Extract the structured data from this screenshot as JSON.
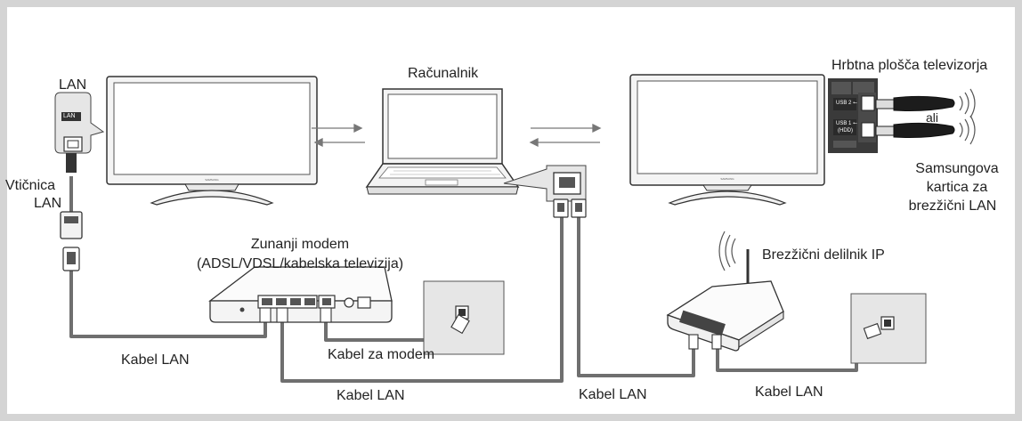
{
  "labels": {
    "lan": "LAN",
    "lan_tag": "LAN",
    "vticnica": "Vtičnica",
    "vticnica_lan": "LAN",
    "racunalnik": "Računalnik",
    "hrbtna": "Hrbtna plošča televizorja",
    "ali": "ali",
    "samsung_line1": "Samsungova",
    "samsung_line2": "kartica za",
    "samsung_line3": "brezžični LAN",
    "modem_line1": "Zunanji modem",
    "modem_line2": "(ADSL/VDSL/kabelska televizija)",
    "router": "Brezžični delilnik IP",
    "kabel_lan_1": "Kabel LAN",
    "kabel_modem": "Kabel za modem",
    "kabel_lan_2": "Kabel LAN",
    "kabel_lan_3": "Kabel LAN",
    "kabel_lan_4": "Kabel LAN"
  },
  "panel": {
    "port_top": "USB 2 ⭠",
    "port_bottom": "USB 1 ⭠",
    "port_bottom_sub": "(HDD)"
  },
  "colors": {
    "frame": "#d4d4d4",
    "cable": "#6f6f6f",
    "device_fill": "#f7f7f7",
    "device_stroke": "#333333",
    "panel_dark": "#3a3a3a"
  }
}
